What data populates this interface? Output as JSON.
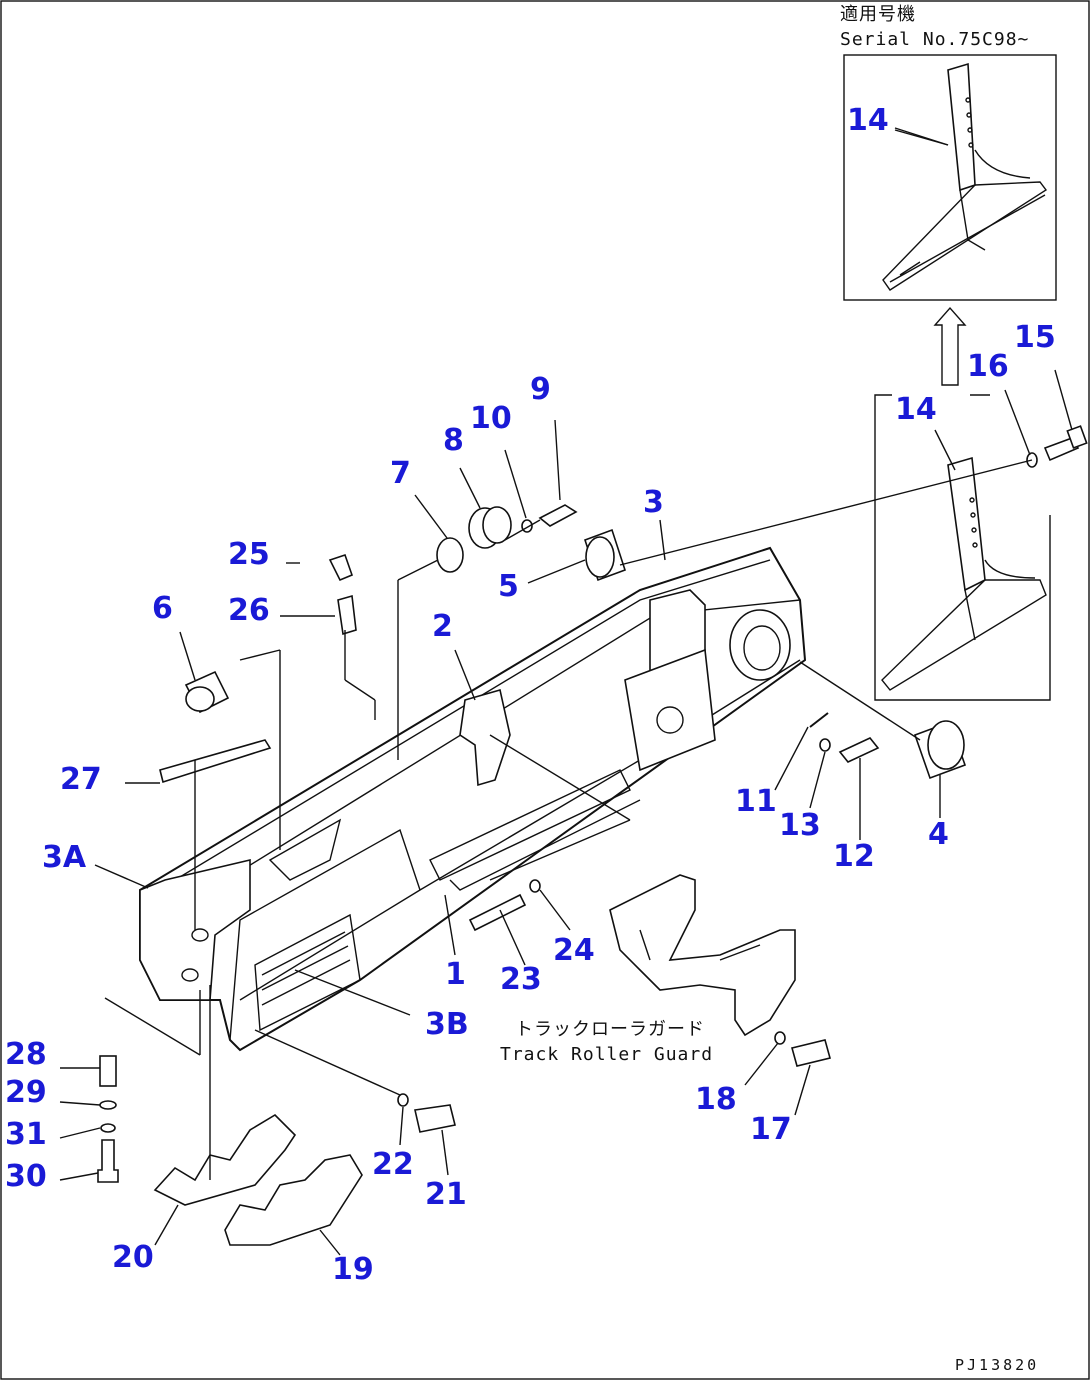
{
  "serial_note": {
    "jp": "適用号機",
    "en": "Serial No.75C98~"
  },
  "roller_guard_note": {
    "jp": "トラックローラガード",
    "en": "Track Roller Guard"
  },
  "drawing_code": "PJ13820",
  "labels": {
    "p14_inset": "14",
    "p15": "15",
    "p16": "16",
    "p14": "14",
    "p9": "9",
    "p10": "10",
    "p8": "8",
    "p7": "7",
    "p3": "3",
    "p5": "5",
    "p25": "25",
    "p26": "26",
    "p6": "6",
    "p2": "2",
    "p27": "27",
    "p3a": "3A",
    "p11": "11",
    "p13": "13",
    "p12": "12",
    "p4": "4",
    "p1": "1",
    "p24": "24",
    "p23": "23",
    "p3b": "3B",
    "p28": "28",
    "p29": "29",
    "p31": "31",
    "p30": "30",
    "p18": "18",
    "p17": "17",
    "p22": "22",
    "p21": "21",
    "p20": "20",
    "p19": "19"
  }
}
